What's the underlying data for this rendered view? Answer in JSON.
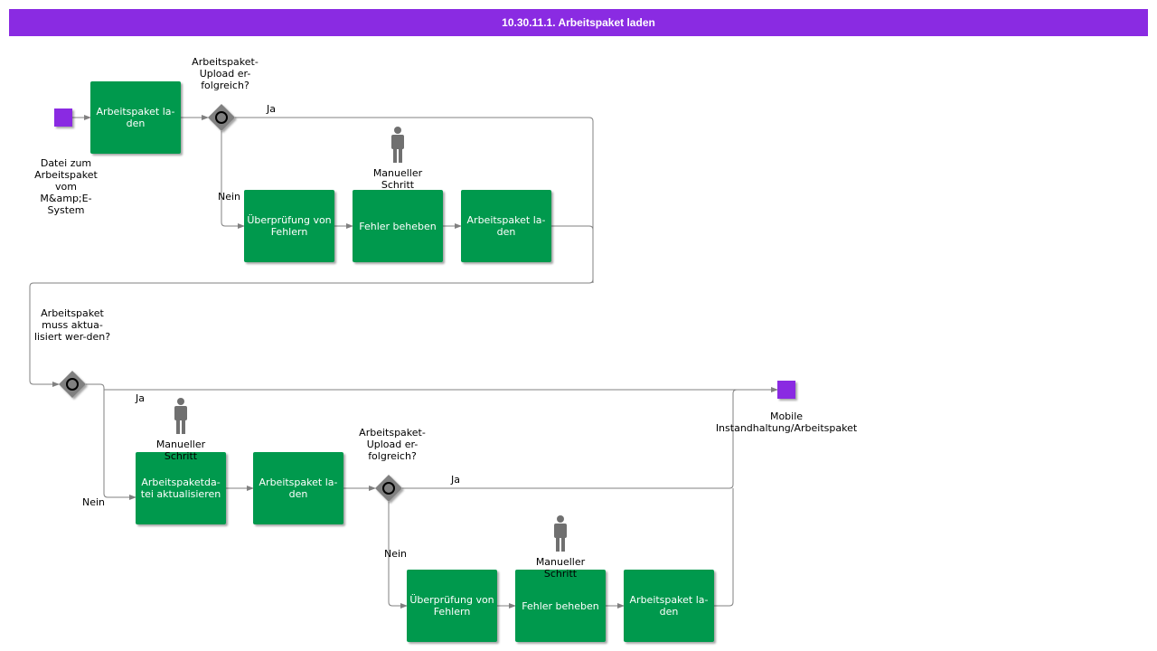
{
  "title": "10.30.11.1. Arbeitspaket laden",
  "colors": {
    "title_bar": "#8a2be2",
    "task": "#00994d",
    "event": "#8a2be2",
    "gateway": "#808080",
    "connector": "#808080",
    "human_icon": "#707070"
  },
  "events": {
    "start_label": "Datei zum Arbeitspaket vom M&amp;E-System",
    "end_label": "Mobile Instandhaltung/Arbeitspaket"
  },
  "tasks": {
    "t1": "Arbeitspaket la-den",
    "t2": "Überprüfung von Fehlern",
    "t3": "Fehler beheben",
    "t4": "Arbeitspaket la-den",
    "t5": "Arbeitspaketda-tei aktualisieren",
    "t6": "Arbeitspaket la-den",
    "t7": "Überprüfung von Fehlern",
    "t8": "Fehler beheben",
    "t9": "Arbeitspaket la-den"
  },
  "gateways": {
    "g1": "Arbeitspaket-Upload er-folgreich?",
    "g2": "Arbeitspaket muss aktua-lisiert wer-den?",
    "g3": "Arbeitspaket-Upload er-folgreich?"
  },
  "flow_labels": {
    "g1_yes": "Ja",
    "g1_no": "Nein",
    "g2_yes": "Ja",
    "g2_no": "Nein",
    "g3_yes": "Ja",
    "g3_no": "Nein"
  },
  "manual_step": {
    "m1": "Manueller Schritt",
    "m2": "Manueller Schritt",
    "m3": "Manueller Schritt"
  }
}
